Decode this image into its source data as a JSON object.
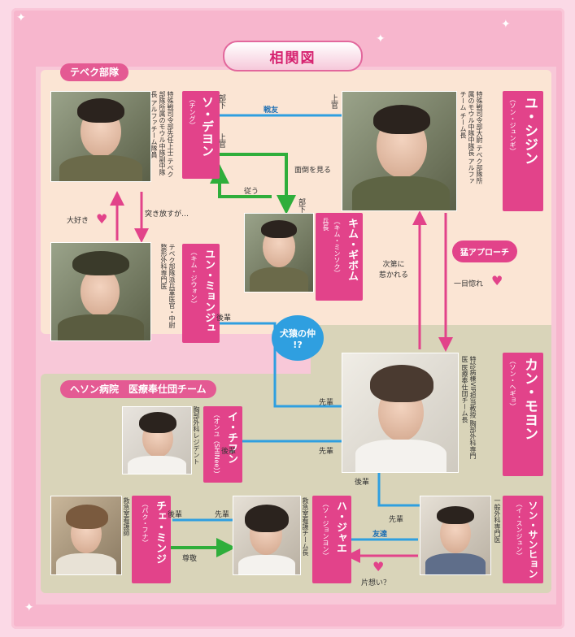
{
  "title": "相関図",
  "groups": {
    "taebaek": "テベク部隊",
    "haesung": "ヘソン病院　医療奉仕団チーム"
  },
  "people": {
    "yoo": {
      "name": "ユ・シジン",
      "reading": "（ソン・ジュンギ）",
      "desc": "特殊戦司令部大尉\nテベク部隊所属のモウル中隊中隊長\nアルファチーム チーム長"
    },
    "seo": {
      "name": "ソ・デヨン",
      "reading": "（チング）",
      "desc": "特殊戦司令部先任上士\nテベク部隊所属のモウル中隊副中隊長\nアルファチーム隊員"
    },
    "kim": {
      "name": "キム・ギボム",
      "reading": "（キム・ミンソク）",
      "desc": "兵長"
    },
    "yoon": {
      "name": "ユン・ミョンジュ",
      "reading": "（キム・ジウォン）",
      "desc": "テベク部隊派兵軍医官・中尉\n整形外科専門医"
    },
    "kang": {
      "name": "カン・モヨン",
      "reading": "（ソン・ヘギョ）",
      "desc": "特診病棟VIP担当教授\n胸部外科専門医\n医療奉仕団チーム長"
    },
    "lee": {
      "name": "イ・チフン",
      "reading": "（オンユ（SHINee））",
      "desc": "胸部外科レジデント"
    },
    "song": {
      "name": "ソン・サンヒョン",
      "reading": "（イ・スンジュン）",
      "desc": "一般外科専門医"
    },
    "choi": {
      "name": "チェ・ミンジ",
      "reading": "（パク・フナ）",
      "desc": "救急室看護師"
    },
    "ha": {
      "name": "ハ・ジャエ",
      "reading": "（ソ・ジョンヨン）",
      "desc": "救急室看護チーム長"
    }
  },
  "relations": {
    "subordinate": "部下",
    "superior_a": "上官",
    "senyu": "戦友",
    "superior_b": "上官",
    "mendou": "面倒を見る",
    "shitagau": "従う",
    "subordinate_b": "部下",
    "daisuki": "大好き",
    "tsukihanasu": "突き放すが…",
    "shidaini": "次第に\n惹かれる",
    "mou_approach": "猛アプローチ",
    "hitomebore": "一目惚れ",
    "kohai_a": "後輩",
    "senpai_a": "先輩",
    "kohai_b": "後輩",
    "senpai_b": "先輩",
    "senpai_c": "先輩",
    "kohai_c": "後輩",
    "senpai_d": "先輩",
    "sonkei": "尊敬",
    "tomodachi": "友達",
    "kataomoi": "片想い？",
    "kenen_1": "犬猿の仲",
    "kenen_2": "!?"
  },
  "colors": {
    "pink": "#e2438a",
    "blue": "#2f9fe0",
    "green": "#2fae3b"
  }
}
